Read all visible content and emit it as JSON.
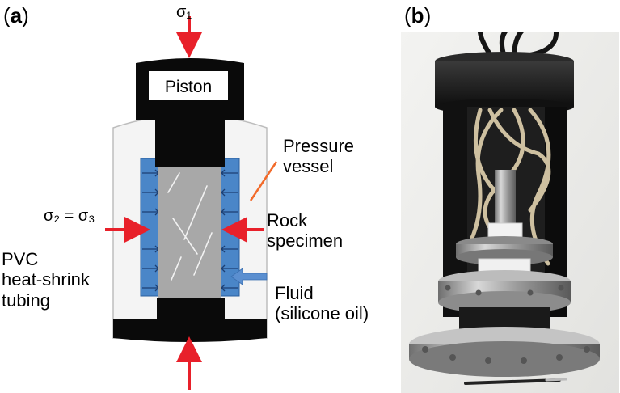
{
  "panel_a": {
    "label": "a",
    "sigma1": "σ₁",
    "sigma23": "σ₂ = σ₃",
    "piston": "Piston",
    "pressure_vessel": [
      "Pressure",
      "vessel"
    ],
    "rock_specimen": [
      "Rock",
      "specimen"
    ],
    "fluid": [
      "Fluid",
      "(silicone oil)"
    ],
    "pvc": [
      "PVC",
      "heat-shrink",
      "tubing"
    ]
  },
  "panel_b": {
    "label": "b"
  },
  "colors": {
    "arrow_red": "#e8202a",
    "fluid_blue": "#4a86c8",
    "rock_gray": "#a8a8a8",
    "piston_black": "#0a0a0a",
    "vessel_fill": "#f4f4f4",
    "fluid_arrow": "#5b8fd0",
    "pointer_orange": "#f26a2a"
  }
}
